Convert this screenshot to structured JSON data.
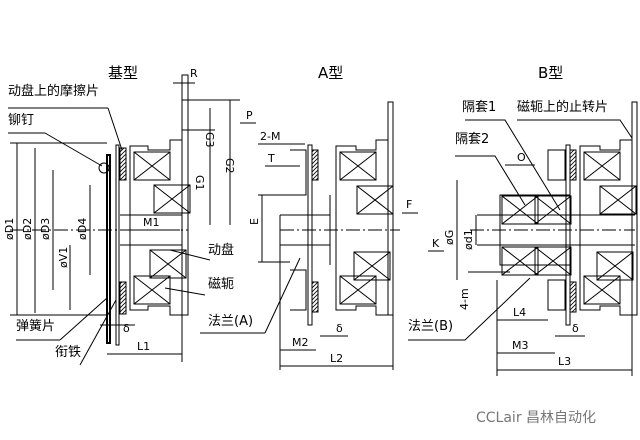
{
  "titles": {
    "base": "基型",
    "a": "A型",
    "b": "B型"
  },
  "base_labels": {
    "friction": "动盘上的摩擦片",
    "rivet": "铆钉",
    "disc": "动盘",
    "yoke": "磁轭",
    "flange_a": "法兰(A)",
    "spring": "弹簧片",
    "armature": "衔铁",
    "D1": "øD1",
    "D2": "øD2",
    "D3": "øD3",
    "D4": "øD4",
    "V1": "øV1",
    "M1": "M1",
    "L1": "L1",
    "delta": "δ",
    "R": "R",
    "G1": "G1",
    "G2": "G2",
    "G3": "G3",
    "P": "P"
  },
  "a_labels": {
    "M": "2-M",
    "T": "T",
    "E": "E",
    "F": "F",
    "K": "K",
    "M2": "M2",
    "L2": "L2",
    "delta": "δ"
  },
  "b_labels": {
    "sleeve1": "隔套1",
    "stop": "磁轭上的止转片",
    "sleeve2": "隔套2",
    "O": "O",
    "G": "øG",
    "d1": "ød1",
    "m": "4-m",
    "L4": "L4",
    "flange_b": "法兰(B)",
    "M3": "M3",
    "L3": "L3",
    "delta": "δ"
  },
  "watermark": "CCLair 昌林自动化"
}
